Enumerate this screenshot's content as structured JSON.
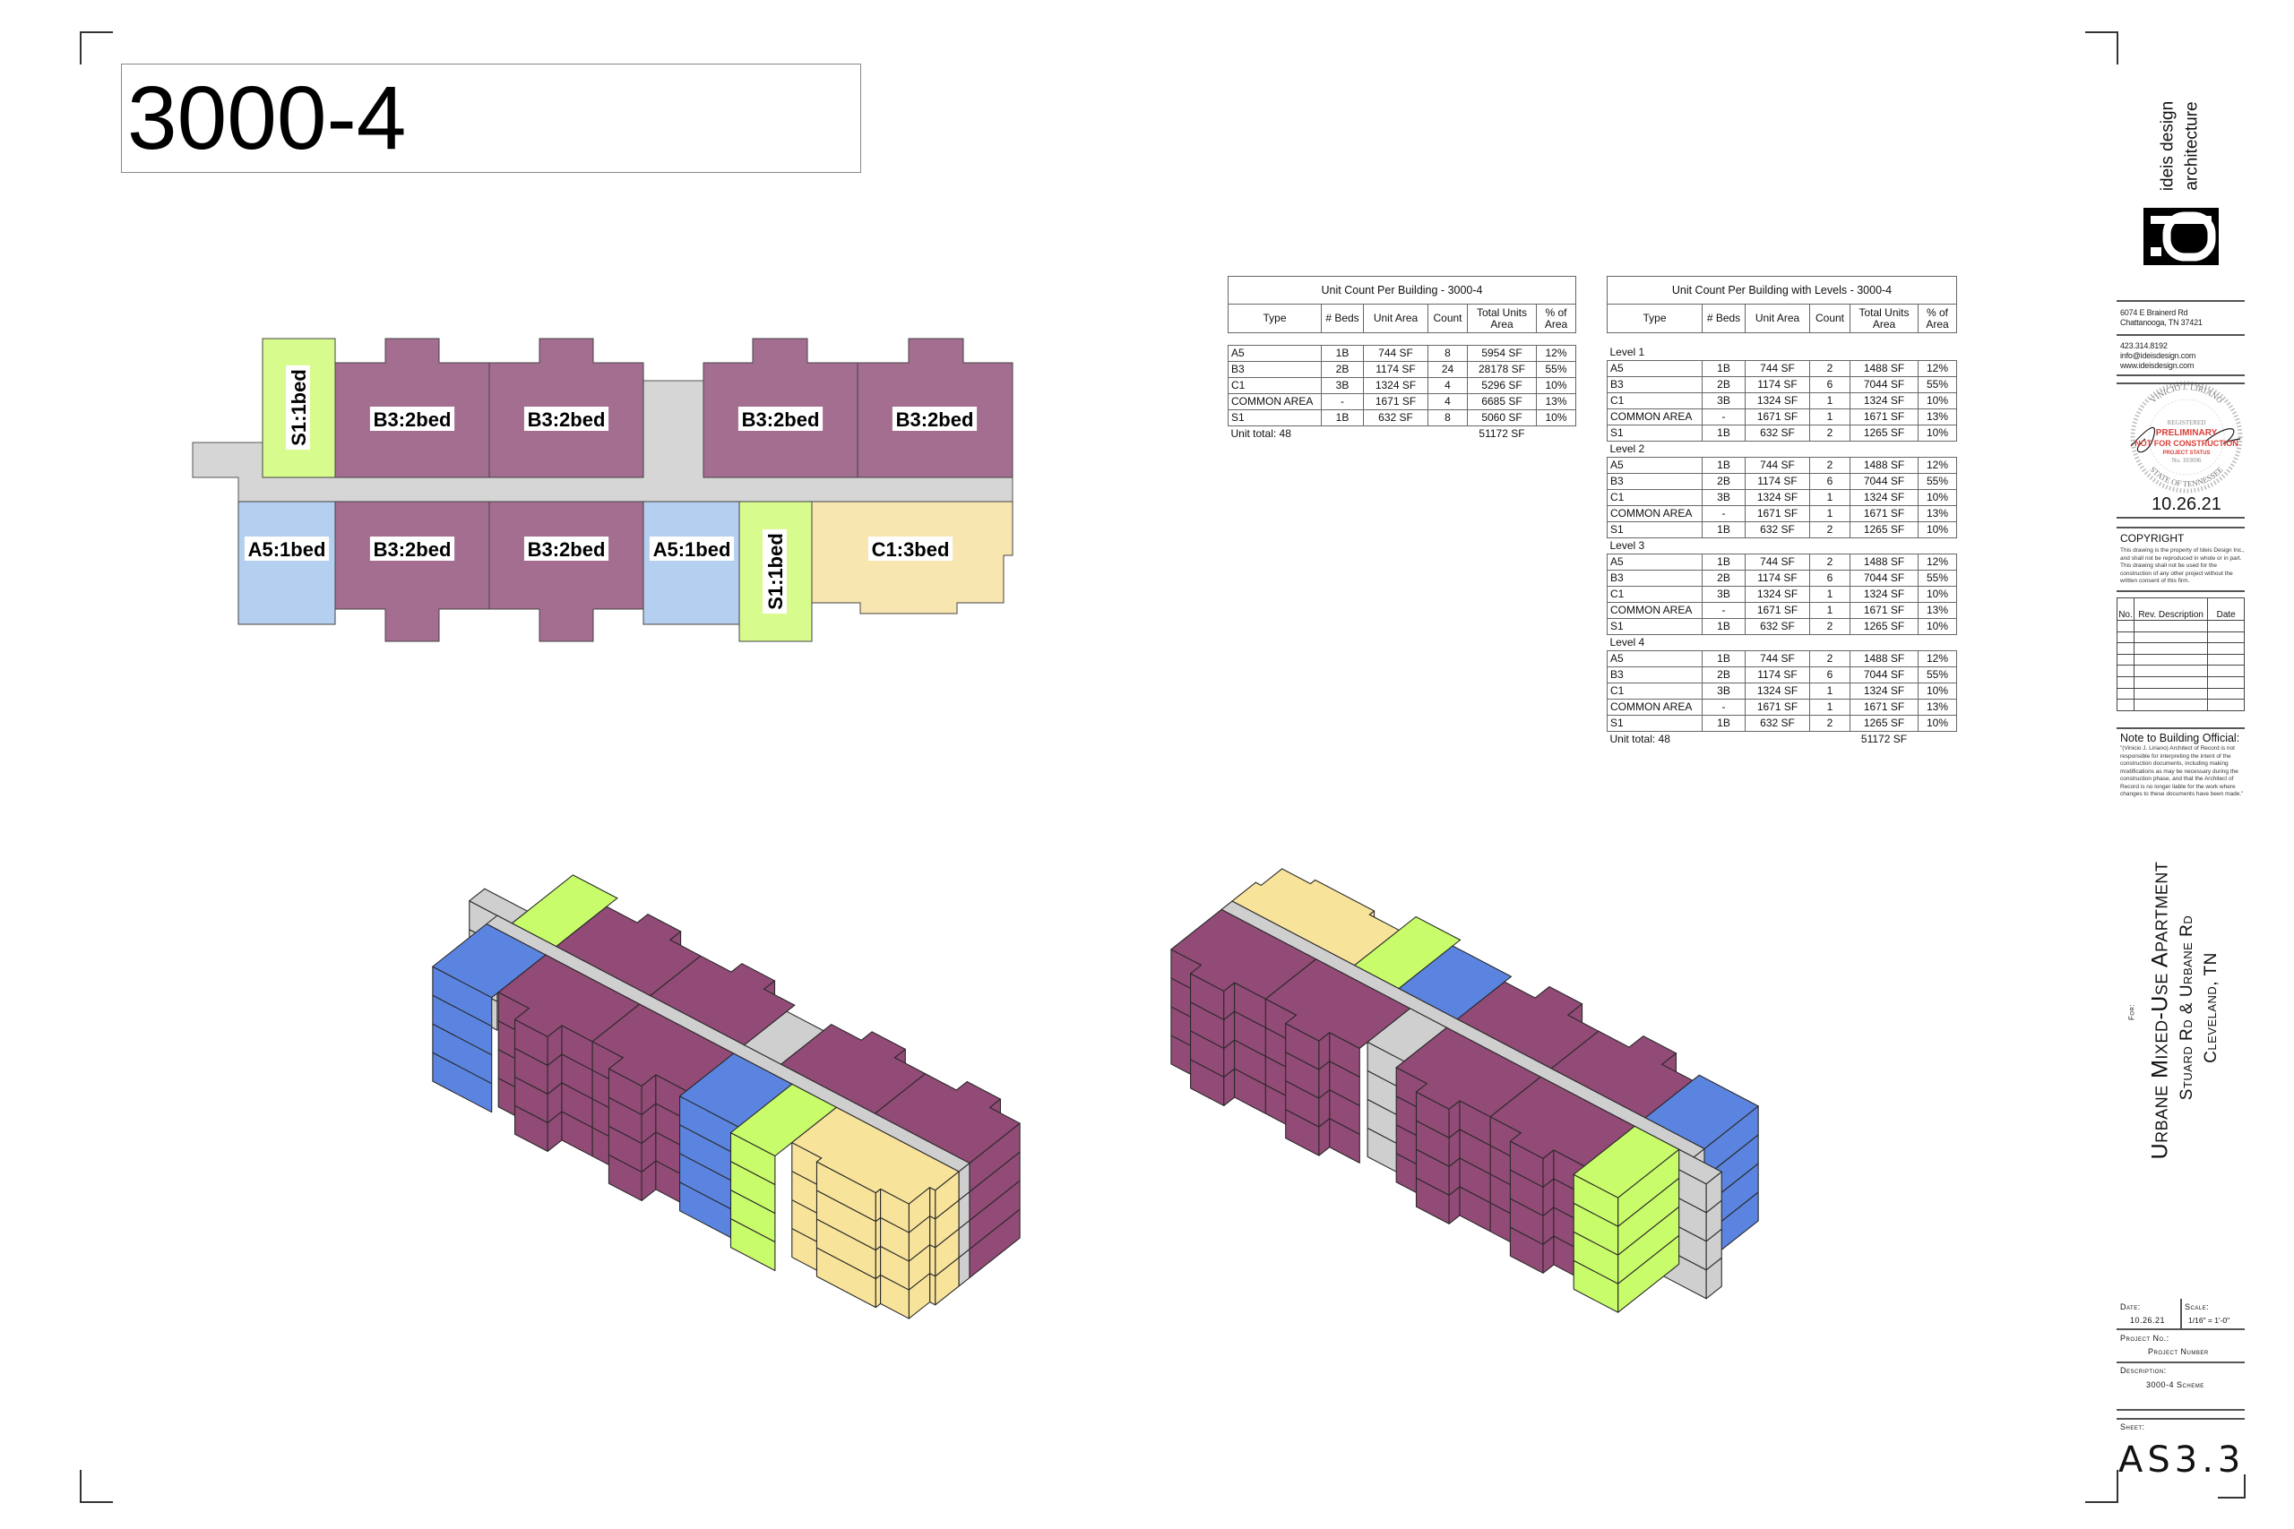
{
  "title": "3000-4",
  "colors": {
    "plan": {
      "S1": "#d8fb8d",
      "B3": "#a36e8f",
      "A5": "#b5cff0",
      "C1": "#f8e6b0",
      "corridor": "#d6d6d6"
    },
    "iso": {
      "S1": "#c8fc6a",
      "B3": "#924a76",
      "A5": "#5b84e0",
      "C1": "#f8e39a",
      "corridor": "#cfcfcf"
    },
    "stamp_red": "#d9403a"
  },
  "plan": {
    "units": [
      {
        "type": "S1",
        "label": "S1:1bed"
      },
      {
        "type": "B3",
        "label": "B3:2bed"
      },
      {
        "type": "B3",
        "label": "B3:2bed"
      },
      {
        "type": "B3",
        "label": "B3:2bed"
      },
      {
        "type": "B3",
        "label": "B3:2bed"
      },
      {
        "type": "A5",
        "label": "A5:1bed"
      },
      {
        "type": "B3",
        "label": "B3:2bed"
      },
      {
        "type": "B3",
        "label": "B3:2bed"
      },
      {
        "type": "A5",
        "label": "A5:1bed"
      },
      {
        "type": "S1",
        "label": "S1:1bed"
      },
      {
        "type": "C1",
        "label": "C1:3bed"
      }
    ]
  },
  "iso": {
    "levels": 4
  },
  "table1": {
    "title": "Unit Count Per Building - 3000-4",
    "headers": [
      "Type",
      "# Beds",
      "Unit Area",
      "Count",
      "Total Units Area",
      "% of Area"
    ],
    "rows": [
      [
        "A5",
        "1B",
        "744 SF",
        "8",
        "5954 SF",
        "12%"
      ],
      [
        "B3",
        "2B",
        "1174 SF",
        "24",
        "28178 SF",
        "55%"
      ],
      [
        "C1",
        "3B",
        "1324 SF",
        "4",
        "5296 SF",
        "10%"
      ],
      [
        "COMMON AREA",
        "-",
        "1671 SF",
        "4",
        "6685 SF",
        "13%"
      ],
      [
        "S1",
        "1B",
        "632 SF",
        "8",
        "5060 SF",
        "10%"
      ]
    ],
    "total_label": "Unit total: 48",
    "total_area": "51172 SF"
  },
  "table2": {
    "title": "Unit Count Per Building with Levels - 3000-4",
    "headers": [
      "Type",
      "# Beds",
      "Unit Area",
      "Count",
      "Total Units Area",
      "% of Area"
    ],
    "levels": [
      {
        "label": "Level 1",
        "rows": [
          [
            "A5",
            "1B",
            "744 SF",
            "2",
            "1488 SF",
            "12%"
          ],
          [
            "B3",
            "2B",
            "1174 SF",
            "6",
            "7044 SF",
            "55%"
          ],
          [
            "C1",
            "3B",
            "1324 SF",
            "1",
            "1324 SF",
            "10%"
          ],
          [
            "COMMON AREA",
            "-",
            "1671 SF",
            "1",
            "1671 SF",
            "13%"
          ],
          [
            "S1",
            "1B",
            "632 SF",
            "2",
            "1265 SF",
            "10%"
          ]
        ]
      },
      {
        "label": "Level 2",
        "rows": [
          [
            "A5",
            "1B",
            "744 SF",
            "2",
            "1488 SF",
            "12%"
          ],
          [
            "B3",
            "2B",
            "1174 SF",
            "6",
            "7044 SF",
            "55%"
          ],
          [
            "C1",
            "3B",
            "1324 SF",
            "1",
            "1324 SF",
            "10%"
          ],
          [
            "COMMON AREA",
            "-",
            "1671 SF",
            "1",
            "1671 SF",
            "13%"
          ],
          [
            "S1",
            "1B",
            "632 SF",
            "2",
            "1265 SF",
            "10%"
          ]
        ]
      },
      {
        "label": "Level 3",
        "rows": [
          [
            "A5",
            "1B",
            "744 SF",
            "2",
            "1488 SF",
            "12%"
          ],
          [
            "B3",
            "2B",
            "1174 SF",
            "6",
            "7044 SF",
            "55%"
          ],
          [
            "C1",
            "3B",
            "1324 SF",
            "1",
            "1324 SF",
            "10%"
          ],
          [
            "COMMON AREA",
            "-",
            "1671 SF",
            "1",
            "1671 SF",
            "13%"
          ],
          [
            "S1",
            "1B",
            "632 SF",
            "2",
            "1265 SF",
            "10%"
          ]
        ]
      },
      {
        "label": "Level 4",
        "rows": [
          [
            "A5",
            "1B",
            "744 SF",
            "2",
            "1488 SF",
            "12%"
          ],
          [
            "B3",
            "2B",
            "1174 SF",
            "6",
            "7044 SF",
            "55%"
          ],
          [
            "C1",
            "3B",
            "1324 SF",
            "1",
            "1324 SF",
            "10%"
          ],
          [
            "COMMON AREA",
            "-",
            "1671 SF",
            "1",
            "1671 SF",
            "13%"
          ],
          [
            "S1",
            "1B",
            "632 SF",
            "2",
            "1265 SF",
            "10%"
          ]
        ]
      }
    ],
    "total_label": "Unit total: 48",
    "total_area": "51172 SF"
  },
  "titleblock": {
    "firm_line1": "ideis design",
    "firm_line2": "architecture",
    "logo_mark": "id",
    "address1": "6074 E Brainerd Rd",
    "address2": "Chattanooga, TN 37421",
    "phone": "423.314.8192",
    "email": "info@ideisdesign.com",
    "web": "www.ideisdesign.com",
    "stamp": {
      "top_arc": "VINICIO J. LIRIANO",
      "registered": "REGISTERED",
      "bottom_arc": "STATE OF TENNESSEE",
      "number": "No. 103696",
      "preliminary": "PRELIMINARY",
      "not_for_construction": "NOT FOR CONSTRUCTION",
      "project_status": "PROJECT STATUS",
      "date": "10.26.21"
    },
    "copyright_heading": "COPYRIGHT",
    "copyright_text": "This drawing is the property of Ideis Design Inc., and shall not be reproduced in whole or in part. This drawing shall not be used for the construction of any other project without the written consent of this firm.",
    "rev_headers": [
      "No.",
      "Rev. Description",
      "Date"
    ],
    "note_heading": "Note to Building Official:",
    "note_text": "\"(Vinicio J. Liriano) Architect of Record is not responsible for interpreting the intent of the construction documents, including making modifications as may be necessary during the construction phase, and that the Architect of Record is no longer liable for the work where changes to these documents have been made.\"",
    "for_label": "For:",
    "project_name": "Urbane Mixed-Use Apartment",
    "project_address": "Stuard Rd & Urbane Rd",
    "project_city": "Cleveland, TN",
    "date_label": "Date:",
    "date_value": "10.26.21",
    "scale_label": "Scale:",
    "scale_value": "1/16\" = 1'-0\"",
    "project_no_label": "Project No.:",
    "project_no_value": "Project Number",
    "description_label": "Description:",
    "description_value": "3000-4 Scheme",
    "sheet_label": "Sheet:",
    "sheet_value": "AS3.3"
  }
}
